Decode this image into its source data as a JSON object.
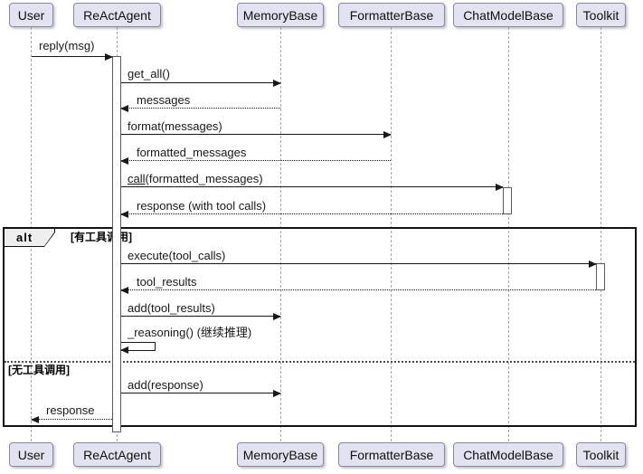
{
  "diagram": {
    "type": "uml-sequence-diagram",
    "participants": [
      {
        "name": "User"
      },
      {
        "name": "ReActAgent"
      },
      {
        "name": "MemoryBase"
      },
      {
        "name": "FormatterBase"
      },
      {
        "name": "ChatModelBase"
      },
      {
        "name": "Toolkit"
      }
    ],
    "messages": [
      {
        "from": "User",
        "to": "ReActAgent",
        "label": "reply(msg)",
        "style": "solid"
      },
      {
        "from": "ReActAgent",
        "to": "MemoryBase",
        "label": "get_all()",
        "style": "solid"
      },
      {
        "from": "MemoryBase",
        "to": "ReActAgent",
        "label": "messages",
        "style": "return"
      },
      {
        "from": "ReActAgent",
        "to": "FormatterBase",
        "label": "format(messages)",
        "style": "solid"
      },
      {
        "from": "FormatterBase",
        "to": "ReActAgent",
        "label": "formatted_messages",
        "style": "return"
      },
      {
        "from": "ReActAgent",
        "to": "ChatModelBase",
        "label_underlined": "call",
        "label_rest": "(formatted_messages)",
        "style": "solid"
      },
      {
        "from": "ChatModelBase",
        "to": "ReActAgent",
        "label": "response (with tool calls)",
        "style": "return"
      },
      {
        "from": "ReActAgent",
        "to": "Toolkit",
        "label": "execute(tool_calls)",
        "style": "solid"
      },
      {
        "from": "Toolkit",
        "to": "ReActAgent",
        "label": "tool_results",
        "style": "return"
      },
      {
        "from": "ReActAgent",
        "to": "MemoryBase",
        "label": "add(tool_results)",
        "style": "solid"
      },
      {
        "from": "ReActAgent",
        "to": "ReActAgent",
        "label": "_reasoning() (继续推理)",
        "style": "self"
      },
      {
        "from": "ReActAgent",
        "to": "MemoryBase",
        "label": "add(response)",
        "style": "solid"
      },
      {
        "from": "ReActAgent",
        "to": "User",
        "label": "response",
        "style": "return"
      }
    ],
    "alt_frame": {
      "operator": "alt",
      "condition_if": "[有工具调用]",
      "condition_else": "[无工具调用]"
    },
    "colors": {
      "participant_fill": "#E2E2F0",
      "participant_border": "#8888A0",
      "line": "#181818",
      "lifeline": "#A6A6A6",
      "frame_border": "#121212",
      "frame_tab_fill": "#EEEEEE",
      "background": "#FFFFFF"
    }
  }
}
